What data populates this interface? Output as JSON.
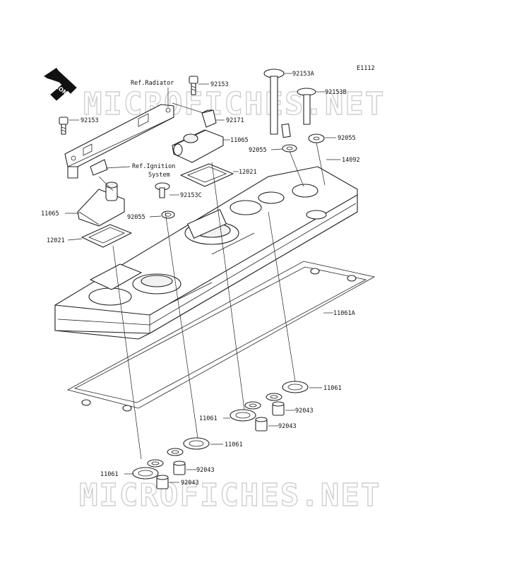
{
  "code": "E1112",
  "front_label": "FRONT",
  "watermark": "MICROFICHES.NET",
  "refs": {
    "radiator": "Ref.Radiator",
    "ignition_1": "Ref.Ignition",
    "ignition_2": "System"
  },
  "parts": {
    "p92153_left": "92153",
    "p92153_top": "92153",
    "p92153A": "92153A",
    "p92153B": "92153B",
    "p92171": "92171",
    "p11065_right": "11065",
    "p11065_left": "11065",
    "p12021_right": "12021",
    "p12021_left": "12021",
    "p92153C": "92153C",
    "p92055_left": "92055",
    "p92055_mid": "92055",
    "p92055_right": "92055",
    "p14092": "14092",
    "p11061A": "11061A",
    "p11061_r1": "11061",
    "p11061_r2": "11061",
    "p11061_m": "11061",
    "p11061_l": "11061",
    "p92043_r1": "92043",
    "p92043_r2": "92043",
    "p92043_l1": "92043",
    "p92043_l2": "92043"
  }
}
